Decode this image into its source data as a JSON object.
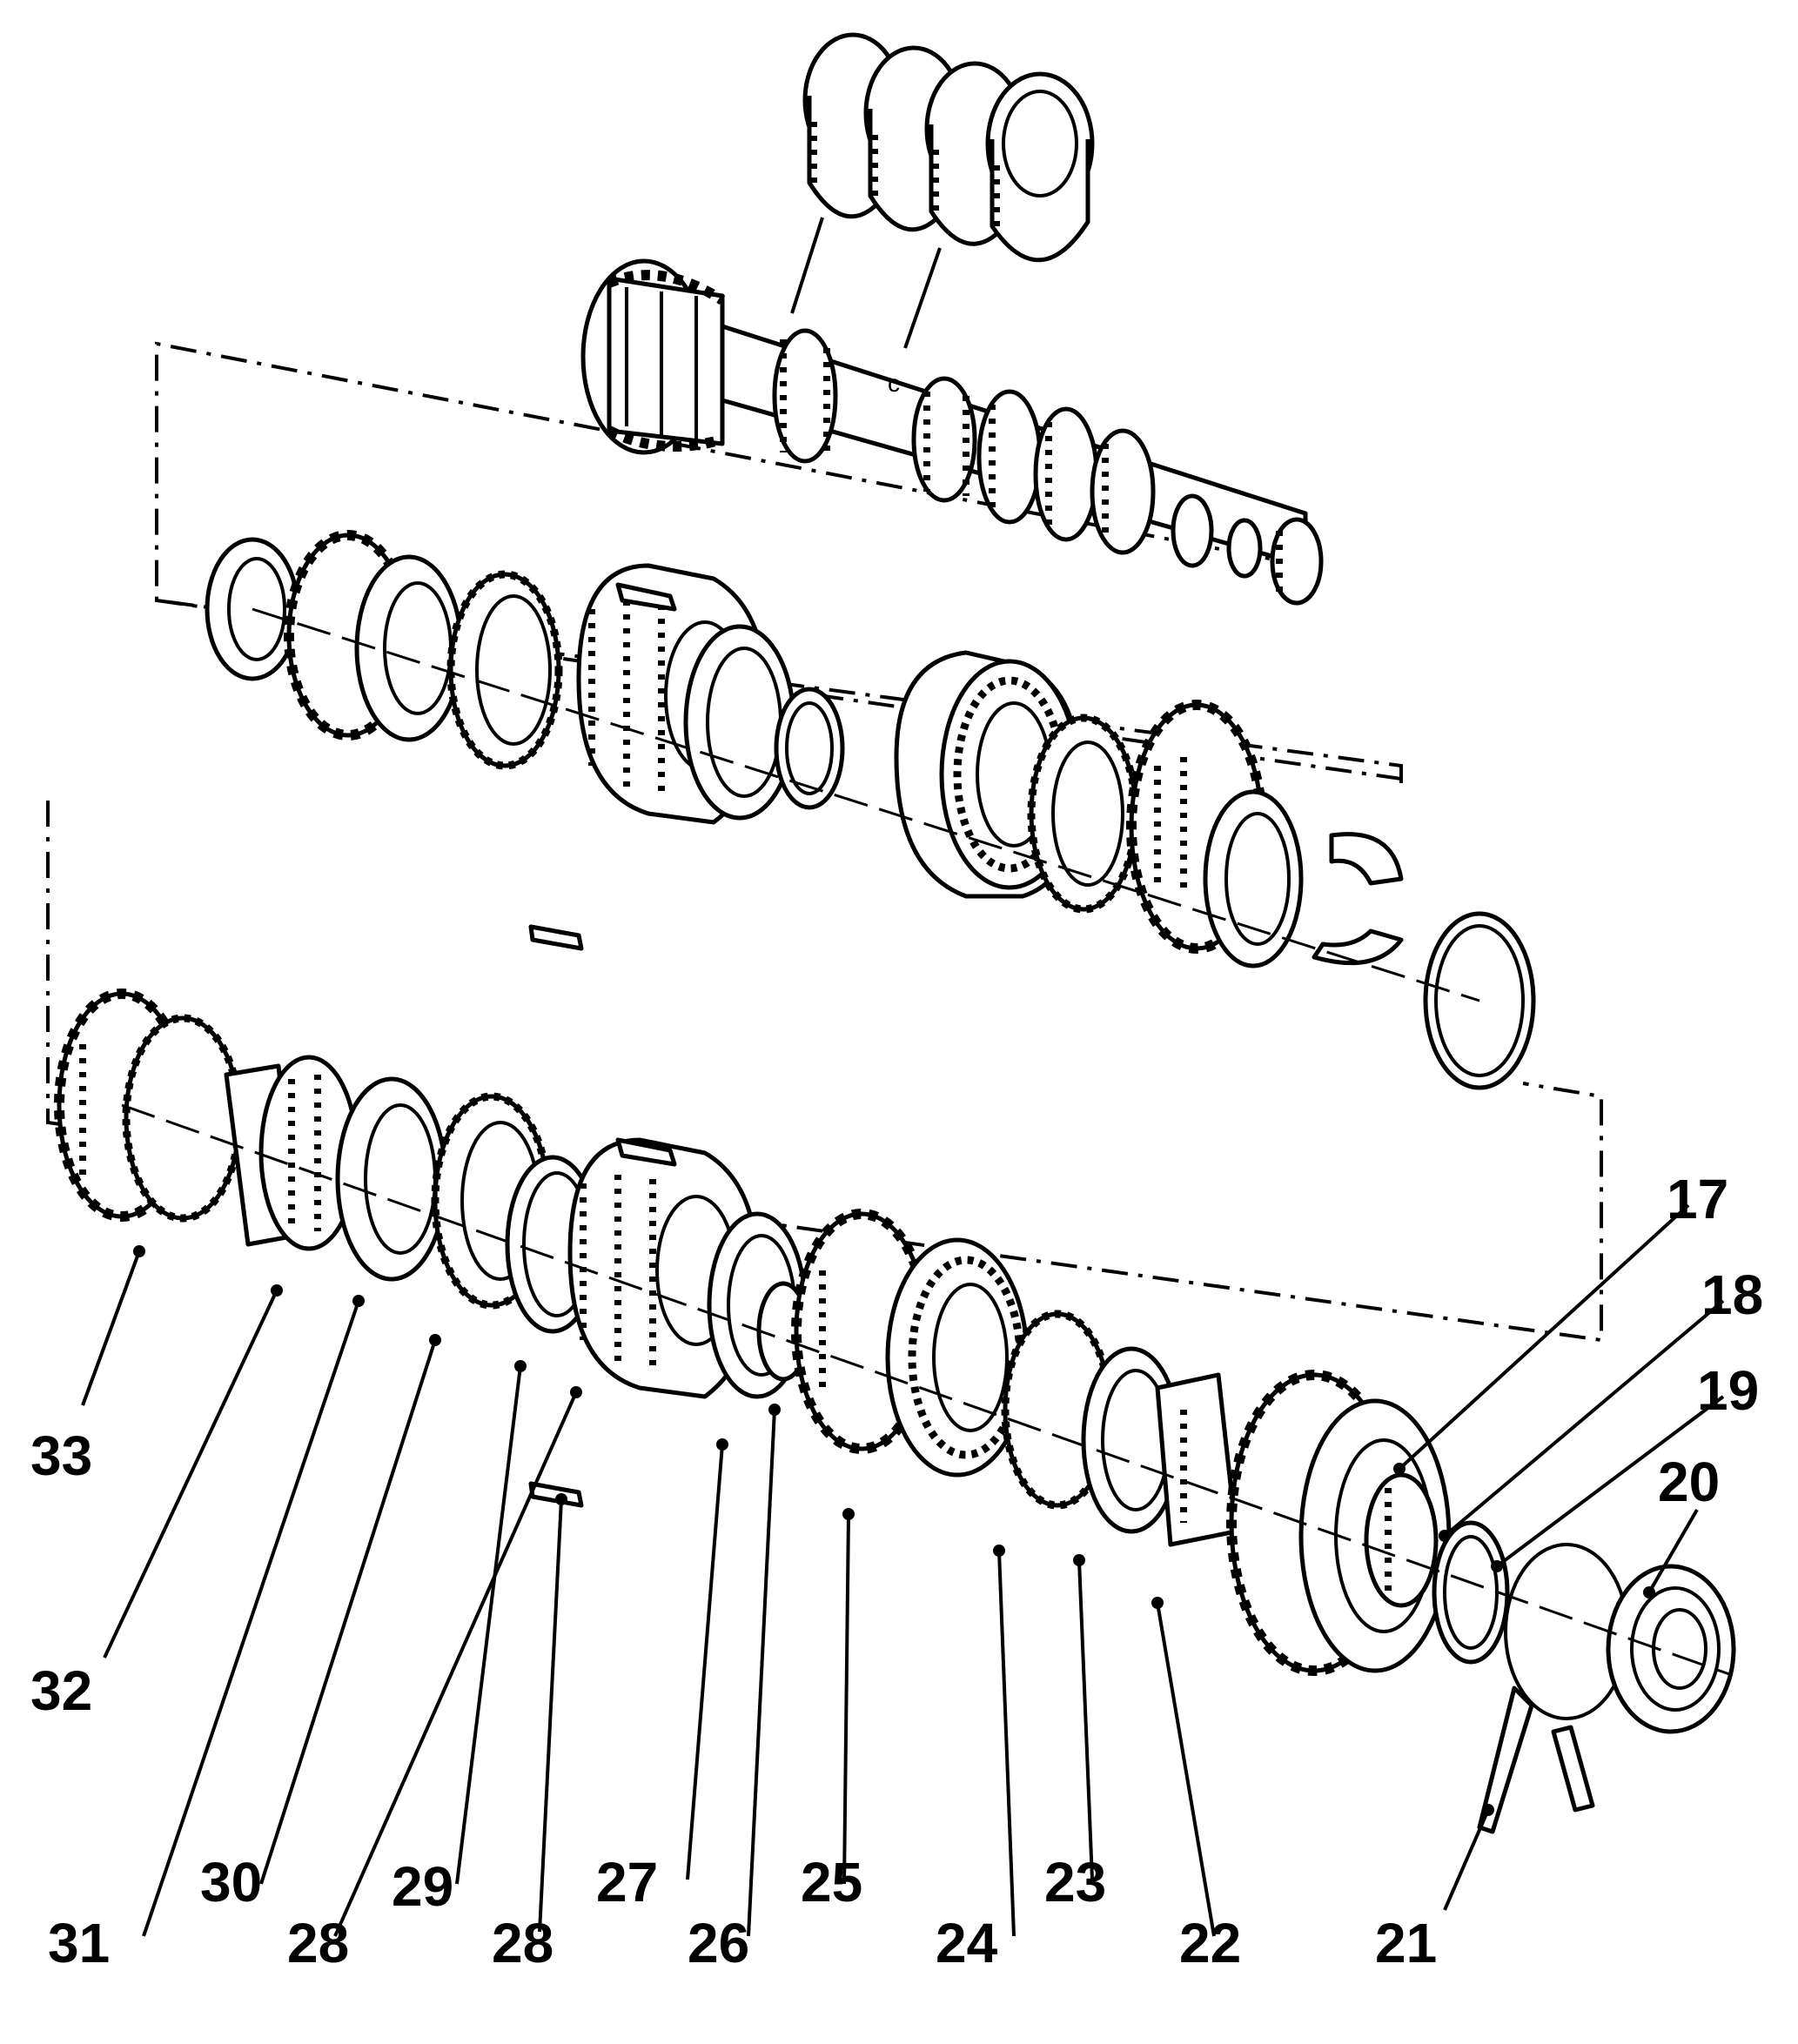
{
  "callouts": [
    {
      "id": "17",
      "label": "17"
    },
    {
      "id": "18",
      "label": "18"
    },
    {
      "id": "19",
      "label": "19"
    },
    {
      "id": "20",
      "label": "20"
    },
    {
      "id": "21",
      "label": "21"
    },
    {
      "id": "22",
      "label": "22"
    },
    {
      "id": "23",
      "label": "23"
    },
    {
      "id": "24",
      "label": "24"
    },
    {
      "id": "25",
      "label": "25"
    },
    {
      "id": "26",
      "label": "26"
    },
    {
      "id": "27",
      "label": "27"
    },
    {
      "id": "28a",
      "label": "28"
    },
    {
      "id": "28b",
      "label": "28"
    },
    {
      "id": "29",
      "label": "29"
    },
    {
      "id": "30",
      "label": "30"
    },
    {
      "id": "31",
      "label": "31"
    },
    {
      "id": "32",
      "label": "32"
    },
    {
      "id": "33",
      "label": "33"
    }
  ]
}
